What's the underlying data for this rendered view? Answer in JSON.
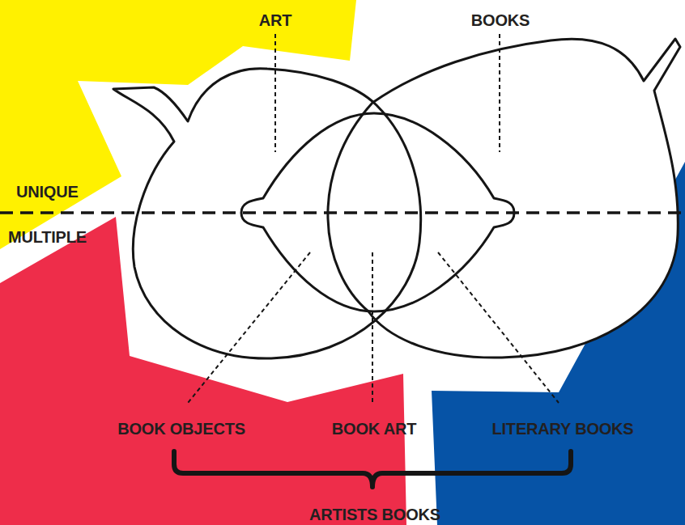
{
  "diagram": {
    "labels": [
      "ART",
      "BOOKS",
      "UNIQUE",
      "MULTIPLE",
      "BOOK OBJECTS",
      "BOOK ART",
      "LITERARY BOOKS",
      "ARTISTS BOOKS"
    ]
  }
}
